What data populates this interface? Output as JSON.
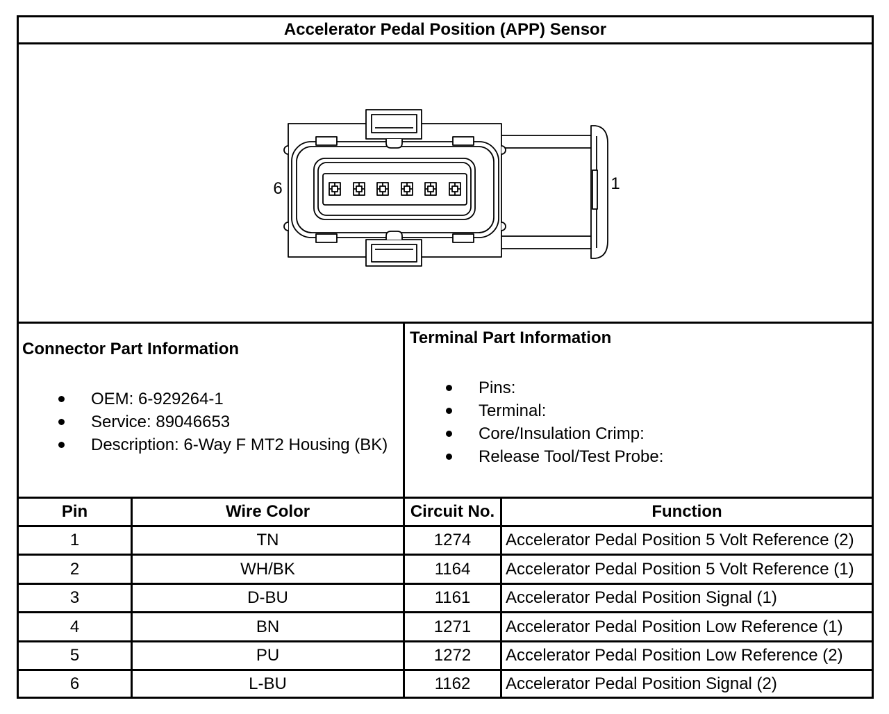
{
  "title": "Accelerator Pedal Position (APP) Sensor",
  "diagram": {
    "pin_label_left": "6",
    "pin_label_right": "1"
  },
  "connector_info": {
    "heading": "Connector Part Information",
    "items": [
      "OEM: 6-929264-1",
      "Service: 89046653",
      "Description: 6-Way F MT2 Housing (BK)"
    ]
  },
  "terminal_info": {
    "heading": "Terminal Part Information",
    "items": [
      "Pins:",
      "Terminal:",
      "Core/Insulation Crimp:",
      "Release Tool/Test Probe:"
    ]
  },
  "pinout_table": {
    "headers": {
      "pin": "Pin",
      "wire_color": "Wire Color",
      "circuit_no": "Circuit No.",
      "function": "Function"
    },
    "rows": [
      {
        "pin": "1",
        "wire_color": "TN",
        "circuit_no": "1274",
        "function": "Accelerator Pedal Position 5 Volt Reference (2)"
      },
      {
        "pin": "2",
        "wire_color": "WH/BK",
        "circuit_no": "1164",
        "function": "Accelerator Pedal Position 5 Volt Reference (1)"
      },
      {
        "pin": "3",
        "wire_color": "D-BU",
        "circuit_no": "1161",
        "function": "Accelerator Pedal Position Signal (1)"
      },
      {
        "pin": "4",
        "wire_color": "BN",
        "circuit_no": "1271",
        "function": "Accelerator Pedal Position Low Reference (1)"
      },
      {
        "pin": "5",
        "wire_color": "PU",
        "circuit_no": "1272",
        "function": "Accelerator Pedal Position Low Reference (2)"
      },
      {
        "pin": "6",
        "wire_color": "L-BU",
        "circuit_no": "1162",
        "function": "Accelerator Pedal Position Signal (2)"
      }
    ]
  }
}
